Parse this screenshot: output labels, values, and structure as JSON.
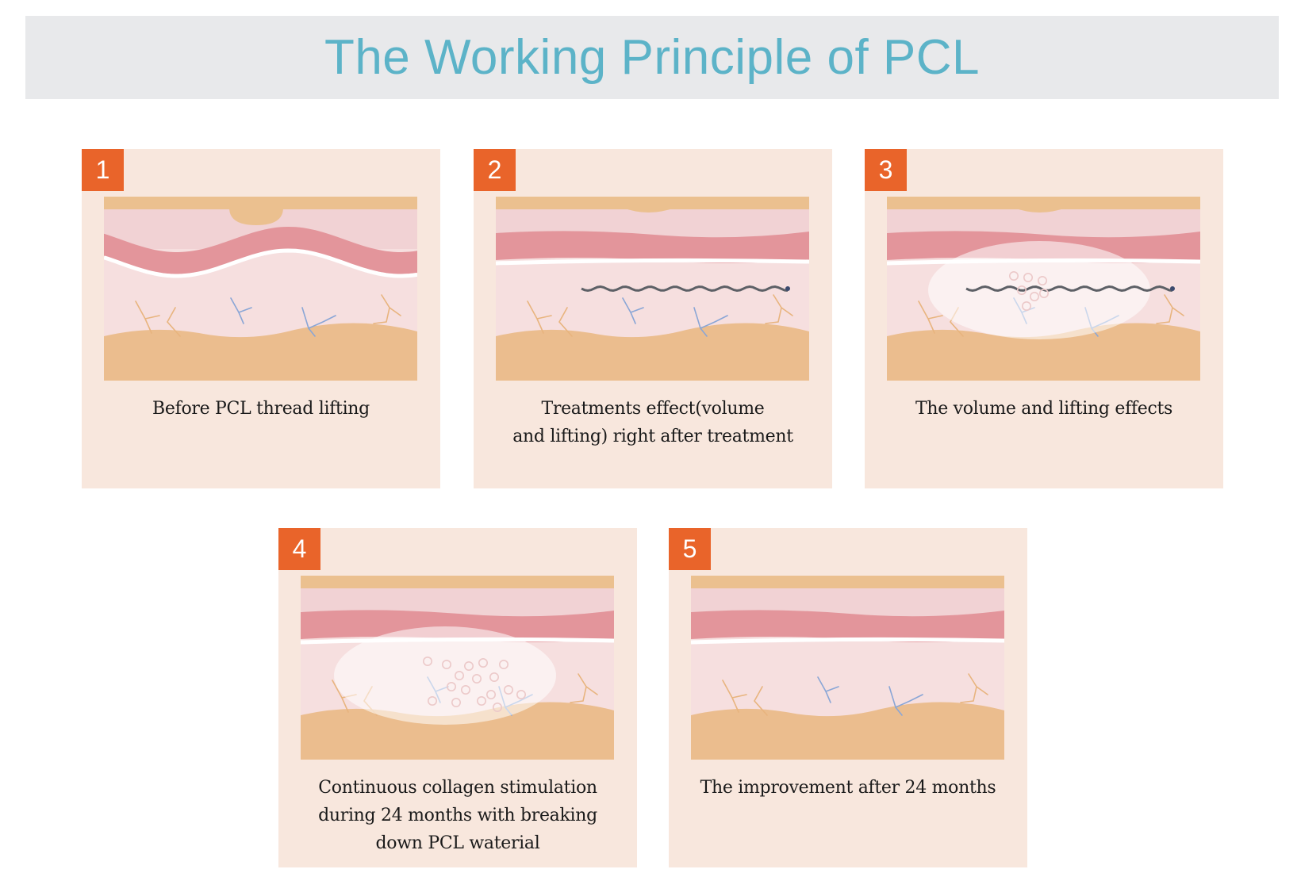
{
  "title": "The Working Principle of PCL",
  "colors": {
    "title_bar_bg": "#e8e9eb",
    "title_text": "#5cb3c8",
    "card_bg": "#f8e7dd",
    "badge": "#e9642a",
    "epidermis_top": "#ebc08f",
    "dermis_upper": "#f1d2d4",
    "dermis_band": "#e3959b",
    "dermis_lower": "#f6dfdf",
    "fat_layer": "#ebbd8e",
    "vessel_orange": "#e8b47e",
    "vessel_blue": "#8aa6d6",
    "thread": "#5d6066",
    "glow": "#ffffff"
  },
  "steps": [
    {
      "number": "1",
      "caption_lines": [
        "Before PCL thread lifting"
      ],
      "variant": "wavy"
    },
    {
      "number": "2",
      "caption_lines": [
        "Treatments effect(volume",
        "and lifting) right after treatment"
      ],
      "variant": "thread"
    },
    {
      "number": "3",
      "caption_lines": [
        "The volume and lifting effects"
      ],
      "variant": "thread-glow"
    },
    {
      "number": "4",
      "caption_lines": [
        "Continuous collagen stimulation",
        "during 24 months with breaking",
        "down PCL waterial"
      ],
      "variant": "collagen"
    },
    {
      "number": "5",
      "caption_lines": [
        "The improvement after 24 months"
      ],
      "variant": "flat"
    }
  ]
}
